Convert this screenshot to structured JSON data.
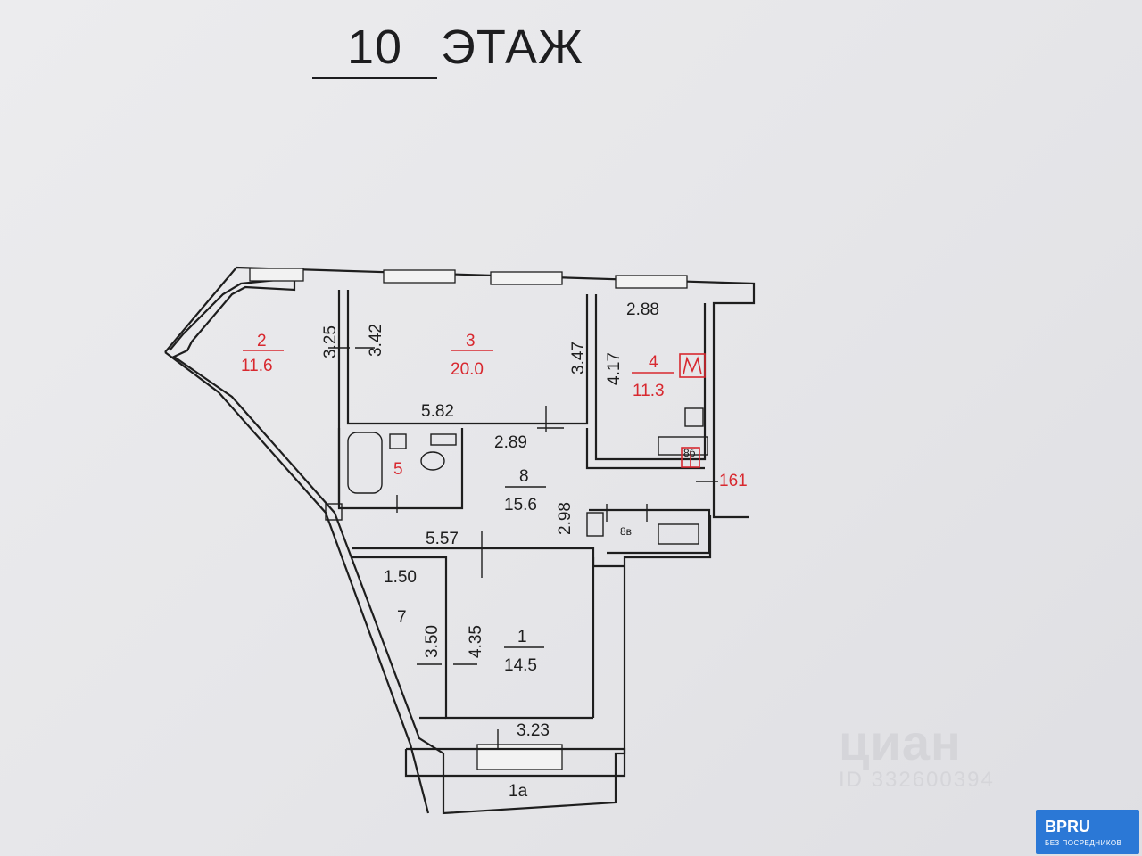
{
  "header": {
    "floor_number": "10",
    "floor_word": "ЭТАЖ"
  },
  "rooms": [
    {
      "id": "room-1",
      "number": "1",
      "area": "14.5",
      "color": "#1e1e1e"
    },
    {
      "id": "room-1a",
      "number": "1а",
      "area": "",
      "color": "#1e1e1e"
    },
    {
      "id": "room-2",
      "number": "2",
      "area": "11.6",
      "color": "#d8282f"
    },
    {
      "id": "room-3",
      "number": "3",
      "area": "20.0",
      "color": "#d8282f"
    },
    {
      "id": "room-4",
      "number": "4",
      "area": "11.3",
      "color": "#d8282f"
    },
    {
      "id": "room-5",
      "number": "5",
      "area": "",
      "color": "#d8282f"
    },
    {
      "id": "room-7",
      "number": "7",
      "area": "",
      "color": "#1e1e1e"
    },
    {
      "id": "room-8",
      "number": "8",
      "area": "15.6",
      "color": "#1e1e1e"
    },
    {
      "id": "room-8v",
      "number": "8в",
      "area": "",
      "color": "#1e1e1e"
    },
    {
      "id": "room-8b",
      "number": "8б",
      "area": "",
      "color": "#d8282f"
    }
  ],
  "dimensions": [
    "3.25",
    "3.42",
    "3.47",
    "5.82",
    "2.88",
    "4.17",
    "2.89",
    "2.98",
    "5.57",
    "1.50",
    "3.50",
    "4.35",
    "3.23",
    "161"
  ],
  "watermark": {
    "brand": "циан",
    "id": "ID 332600394"
  },
  "badge": {
    "logo": "BPRU",
    "tagline": "БЕЗ ПОСРЕДНИКОВ"
  },
  "colors": {
    "ink": "#1e1e1e",
    "accent_red": "#d8282f",
    "badge_blue": "#2b78d6"
  }
}
